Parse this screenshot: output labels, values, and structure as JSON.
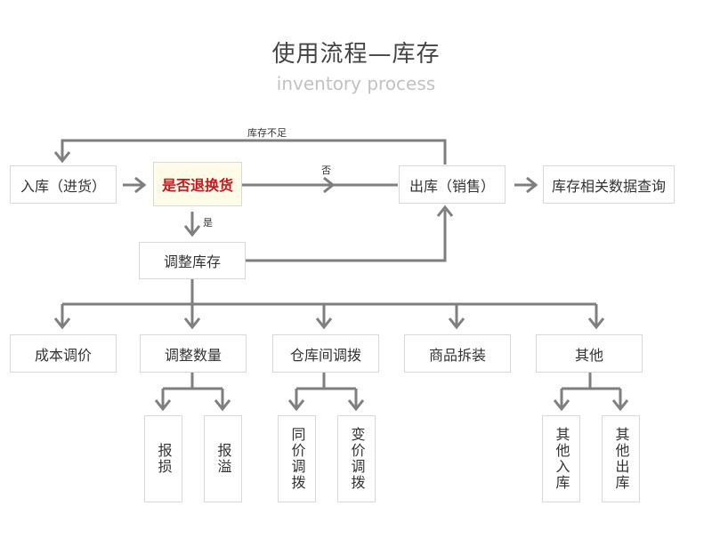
{
  "title": "使用流程—库存",
  "subtitle": "inventory process",
  "nodes": {
    "stock_in": "入库（进货）",
    "return_check": "是否退换货",
    "stock_out": "出库（销售）",
    "stock_query": "库存相关数据查询",
    "adjust_stock": "调整库存",
    "cost_adjust": "成本调价",
    "adjust_qty": "调整数量",
    "transfer": "仓库间调拨",
    "split": "商品拆装",
    "other": "其他",
    "loss": "报损",
    "overflow": "报溢",
    "same_price": "同价调拨",
    "diff_price": "变价调拨",
    "other_in": "其他入库",
    "other_out": "其他出库"
  },
  "edge_labels": {
    "insufficient": "库存不足",
    "no": "否",
    "yes": "是"
  },
  "colors": {
    "line": "#7f7f7f",
    "border": "#d9d9d9",
    "highlight_text": "#c8181e",
    "highlight_bg": "#fffbe9"
  }
}
